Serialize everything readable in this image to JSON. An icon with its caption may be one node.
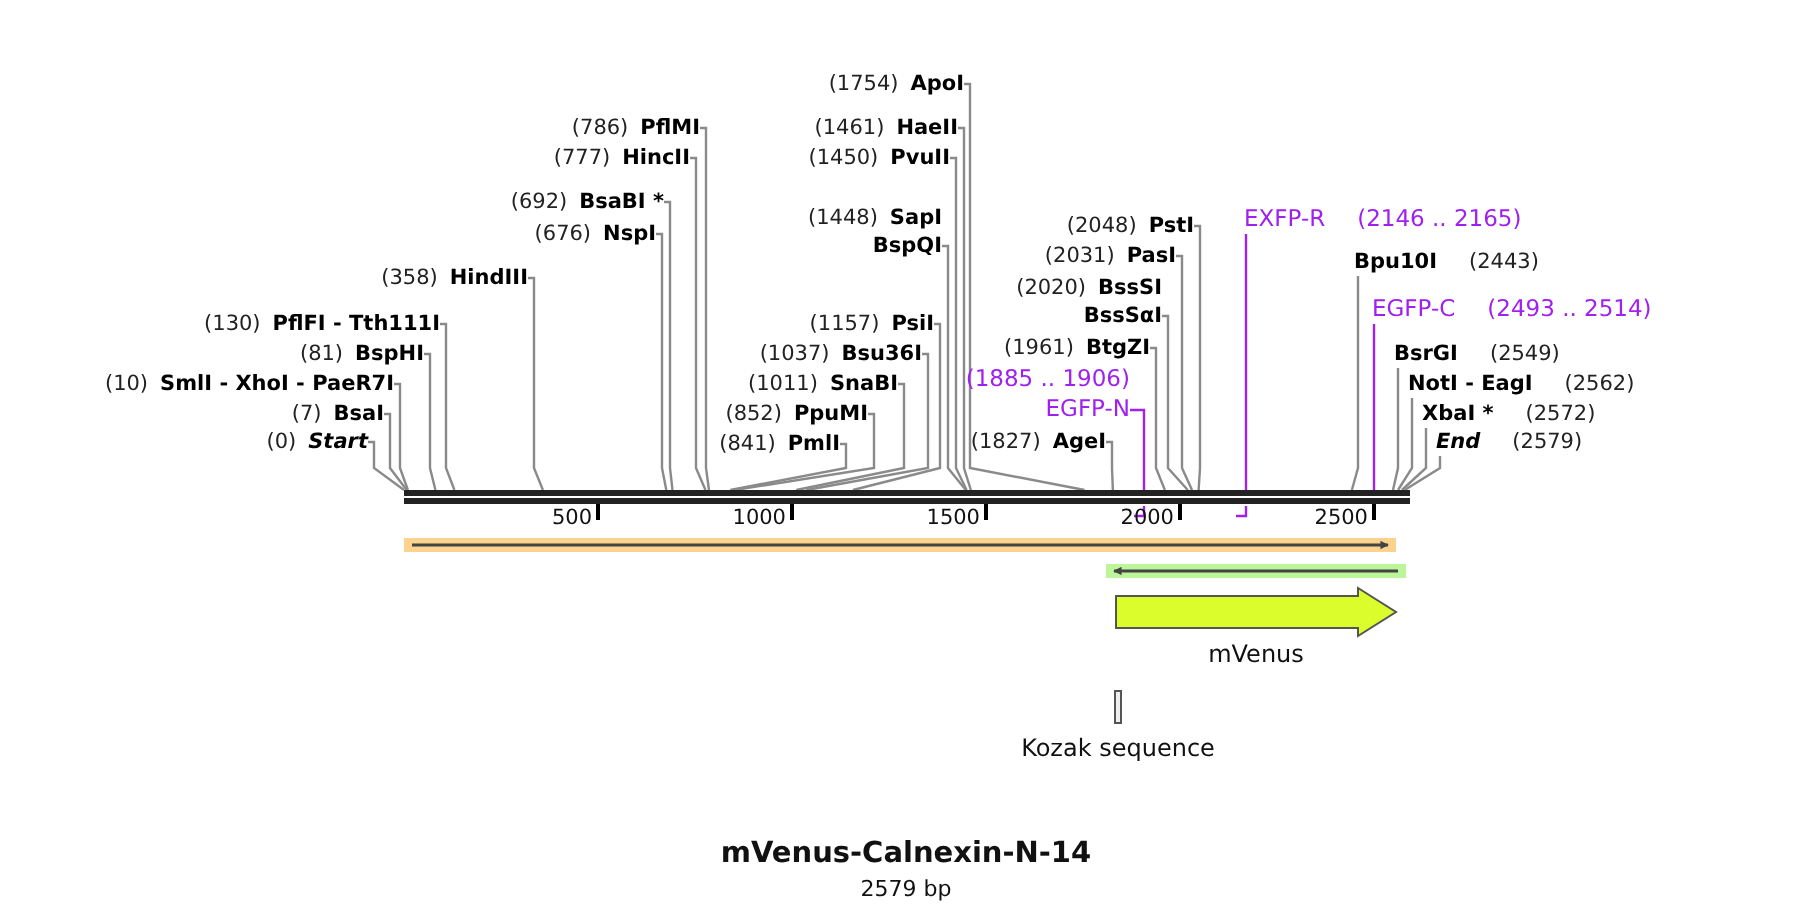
{
  "diagram": {
    "title": "mVenus-Calnexin-N-14",
    "caption": "2579 bp",
    "nodes": [
      {
        "text": [
          "(0)",
          "Start"
        ]
      },
      {
        "text": [
          "(7)",
          "BsaI"
        ]
      },
      {
        "text": [
          "(10)",
          "SmlI - XhoI - PaeR7I"
        ]
      },
      {
        "text": [
          "(81)",
          "BspHI"
        ]
      },
      {
        "text": [
          "(130)",
          "PflFI - Tth111I"
        ]
      },
      {
        "text": [
          "(358)",
          "HindIII"
        ]
      },
      {
        "text": [
          "(676)",
          "NspI"
        ]
      },
      {
        "text": [
          "(692)",
          "BsaBI *"
        ]
      },
      {
        "text": [
          "(777)",
          "HincII"
        ]
      },
      {
        "text": [
          "(786)",
          "PflMI"
        ]
      },
      {
        "text": [
          "(841)",
          "PmlI"
        ]
      },
      {
        "text": [
          "(852)",
          "PpuMI"
        ]
      },
      {
        "text": [
          "(1011)",
          "SnaBI"
        ]
      },
      {
        "text": [
          "(1037)",
          "Bsu36I"
        ]
      },
      {
        "text": [
          "(1157)",
          "PsiI"
        ]
      },
      {
        "text": [
          "(1448)",
          "SapI",
          "BspQI"
        ]
      },
      {
        "text": [
          "(1450)",
          "PvuII"
        ]
      },
      {
        "text": [
          "(1461)",
          "HaeII"
        ]
      },
      {
        "text": [
          "(1754)",
          "ApoI"
        ]
      },
      {
        "text": [
          "(1827)",
          "AgeI"
        ]
      },
      {
        "text": [
          "(1885 .. 1906)",
          "EGFP-N"
        ]
      },
      {
        "text": [
          "(1961)",
          "BtgZI"
        ]
      },
      {
        "text": [
          "(2020)",
          "BssSI",
          "BssSαI"
        ]
      },
      {
        "text": [
          "(2031)",
          "PasI"
        ]
      },
      {
        "text": [
          "(2048)",
          "PstI"
        ]
      },
      {
        "text": [
          "EXFP-R",
          "(2146 .. 2165)"
        ]
      },
      {
        "text": [
          "Bpu10I",
          "(2443)"
        ]
      },
      {
        "text": [
          "EGFP-C",
          "(2493 .. 2514)"
        ]
      },
      {
        "text": [
          "BsrGI",
          "(2549)"
        ]
      },
      {
        "text": [
          "NotI - EagI",
          "(2562)"
        ]
      },
      {
        "text": [
          "XbaI *",
          "(2572)"
        ]
      },
      {
        "text": [
          "End",
          "(2579)"
        ]
      },
      {
        "text": [],
        "shape": "bar"
      },
      {
        "text": [],
        "shape": "bar"
      },
      {
        "text": [],
        "shape": "bar"
      },
      {
        "text": [
          "mVenus"
        ]
      },
      {
        "text": [
          "Kozak sequence"
        ]
      }
    ],
    "edges": [
      {
        "from": 0,
        "to": 32,
        "arrow": "none"
      },
      {
        "from": 1,
        "to": 32,
        "arrow": "none"
      },
      {
        "from": 2,
        "to": 32,
        "arrow": "none"
      },
      {
        "from": 3,
        "to": 32,
        "arrow": "none"
      },
      {
        "from": 4,
        "to": 32,
        "arrow": "none"
      },
      {
        "from": 5,
        "to": 32,
        "arrow": "none"
      },
      {
        "from": 6,
        "to": 32,
        "arrow": "none"
      },
      {
        "from": 7,
        "to": 32,
        "arrow": "none"
      },
      {
        "from": 8,
        "to": 32,
        "arrow": "none"
      },
      {
        "from": 9,
        "to": 32,
        "arrow": "none"
      },
      {
        "from": 10,
        "to": 32,
        "arrow": "none"
      },
      {
        "from": 11,
        "to": 32,
        "arrow": "none"
      },
      {
        "from": 12,
        "to": 32,
        "arrow": "none"
      },
      {
        "from": 13,
        "to": 32,
        "arrow": "none"
      },
      {
        "from": 14,
        "to": 32,
        "arrow": "none"
      },
      {
        "from": 15,
        "to": 32,
        "arrow": "none"
      },
      {
        "from": 16,
        "to": 32,
        "arrow": "none"
      },
      {
        "from": 17,
        "to": 32,
        "arrow": "none"
      },
      {
        "from": 18,
        "to": 32,
        "arrow": "none"
      },
      {
        "from": 19,
        "to": 32,
        "arrow": "none"
      },
      {
        "from": 20,
        "to": 32,
        "arrow": "none",
        "color": "#a020f0"
      },
      {
        "from": 21,
        "to": 32,
        "arrow": "none"
      },
      {
        "from": 22,
        "to": 32,
        "arrow": "none"
      },
      {
        "from": 23,
        "to": 32,
        "arrow": "none"
      },
      {
        "from": 24,
        "to": 32,
        "arrow": "none"
      },
      {
        "from": 25,
        "to": 32,
        "arrow": "none",
        "color": "#a020f0"
      },
      {
        "from": 26,
        "to": 32,
        "arrow": "none"
      },
      {
        "from": 27,
        "to": 32,
        "arrow": "none",
        "color": "#a020f0"
      },
      {
        "from": 28,
        "to": 32,
        "arrow": "none"
      },
      {
        "from": 29,
        "to": 32,
        "arrow": "none"
      },
      {
        "from": 30,
        "to": 32,
        "arrow": "none"
      },
      {
        "from": 31,
        "to": 32,
        "arrow": "none"
      }
    ],
    "labels": [
      "500",
      "1000",
      "1500",
      "2000",
      "2500"
    ]
  }
}
